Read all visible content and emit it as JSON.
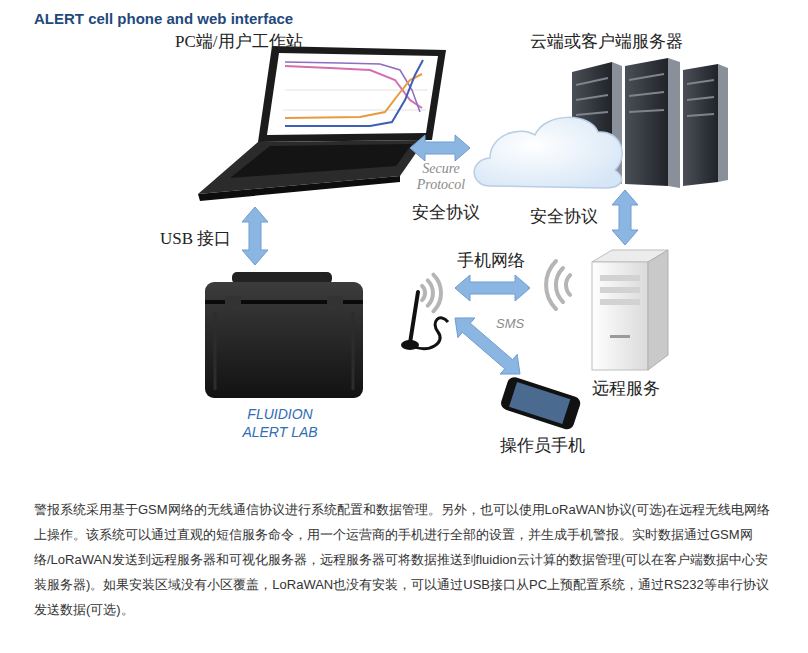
{
  "diagram": {
    "title": "ALERT cell phone and web interface",
    "caption": "警报系统采用基于GSM网络的无线通信协议进行系统配置和数据管理。另外，也可以使用LoRaWAN协议(可选)在远程无线电网络上操作。该系统可以通过直观的短信服务命令，用一个运营商的手机进行全部的设置，并生成手机警报。实时数据通过GSM网络/LoRaWAN发送到远程服务器和可视化服务器，远程服务器可将数据推送到fluidion云计算的数据管理(可以在客户端数据中心安装服务器)。如果安装区域没有小区覆盖，LoRaWAN也没有安装，可以通过USB接口从PC上预配置系统，通过RS232等串行协议发送数据(可选)。",
    "nodes": [
      {
        "text": [
          "PC端/用户工作站"
        ]
      },
      {
        "text": [
          "云端或客户端服务器"
        ]
      },
      {
        "text": [
          "FLUIDION ALERT LAB"
        ]
      },
      {
        "text": [
          "远程服务"
        ]
      },
      {
        "text": [
          "操作员手机"
        ]
      }
    ],
    "edges": [
      {
        "from": 0,
        "to": 1,
        "label": "Secure Protocol",
        "arrow": "both"
      },
      {
        "from": 0,
        "to": 2,
        "label": "USB 接口",
        "arrow": "both"
      },
      {
        "from": 1,
        "to": 3,
        "label": "安全协议",
        "arrow": "both"
      },
      {
        "from": 2,
        "to": 3,
        "label": "手机网络",
        "arrow": "both"
      },
      {
        "from": 2,
        "to": 4,
        "label": "SMS",
        "arrow": "both"
      }
    ],
    "labels": [
      "安全协议"
    ]
  }
}
